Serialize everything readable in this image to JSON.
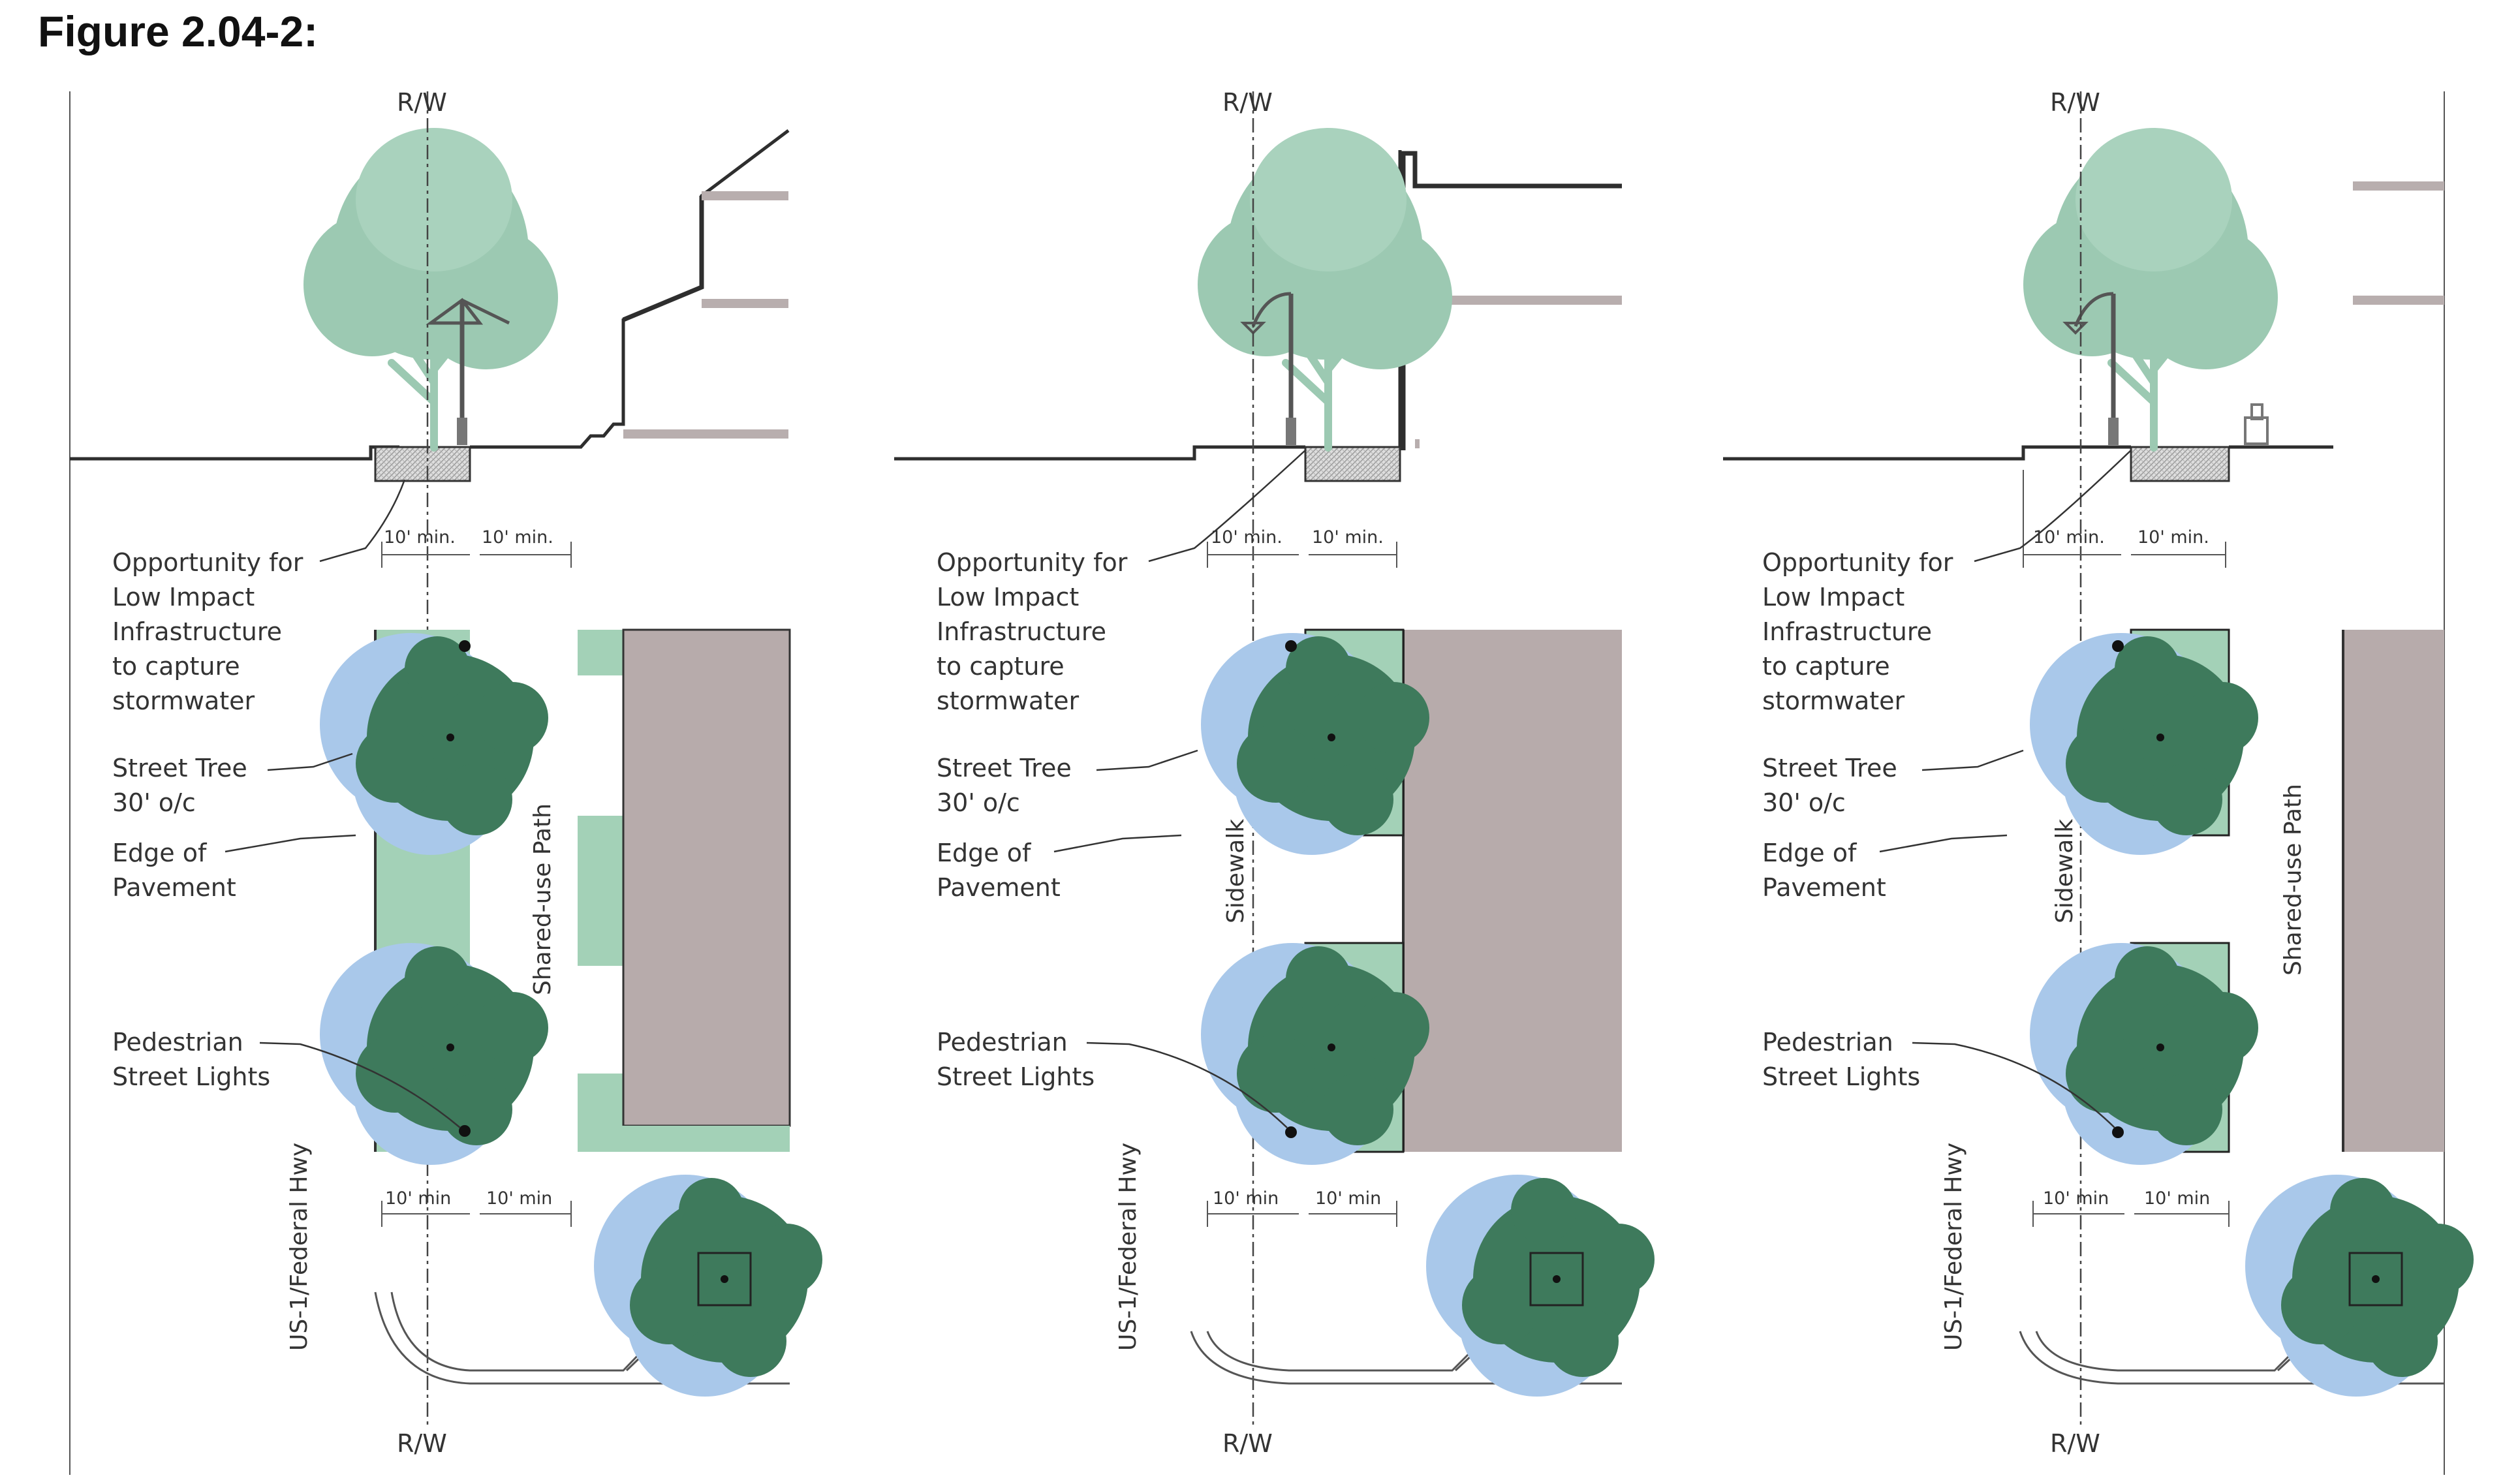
{
  "figure_title": "Figure 2.04-2:",
  "colors": {
    "tree_canopy_dark": "#3e7a5c",
    "tree_canopy_light": "#9cc9b2",
    "tree_halo_blue": "#a9c8ea",
    "buffer_green": "#a3d1b7",
    "building_fill": "#b7abab",
    "planter_hatch": "#cccccc"
  },
  "panels": [
    {
      "rw_top": "R/W",
      "rw_bottom": "R/W",
      "road_label": "US-1/Federal Hwy",
      "path_label": "Shared-use Path",
      "section_dims": [
        "10' min.",
        "10' min."
      ],
      "plan_dims": [
        "10' min",
        "10' min"
      ],
      "callouts": {
        "lid": [
          "Opportunity for",
          "Low Impact",
          "Infrastructure",
          "to capture",
          "stormwater"
        ],
        "tree": [
          "Street Tree",
          "30' o/c"
        ],
        "edge": [
          "Edge of",
          "Pavement"
        ],
        "lights": [
          "Pedestrian",
          "Street Lights"
        ]
      }
    },
    {
      "rw_top": "R/W",
      "rw_bottom": "R/W",
      "road_label": "US-1/Federal Hwy",
      "path_label": "Sidewalk",
      "section_dims": [
        "10' min.",
        "10' min."
      ],
      "plan_dims": [
        "10' min",
        "10' min"
      ],
      "callouts": {
        "lid": [
          "Opportunity for",
          "Low Impact",
          "Infrastructure",
          "to capture",
          "stormwater"
        ],
        "tree": [
          "Street Tree",
          "30' o/c"
        ],
        "edge": [
          "Edge of",
          "Pavement"
        ],
        "lights": [
          "Pedestrian",
          "Street Lights"
        ]
      }
    },
    {
      "rw_top": "R/W",
      "rw_bottom": "R/W",
      "road_label": "US-1/Federal Hwy",
      "path_label": "Sidewalk",
      "path_label_2": "Shared-use Path",
      "section_dims": [
        "10' min.",
        "10' min."
      ],
      "plan_dims": [
        "10' min",
        "10' min"
      ],
      "callouts": {
        "lid": [
          "Opportunity for",
          "Low Impact",
          "Infrastructure",
          "to capture",
          "stormwater"
        ],
        "tree": [
          "Street Tree",
          "30' o/c"
        ],
        "edge": [
          "Edge of",
          "Pavement"
        ],
        "lights": [
          "Pedestrian",
          "Street Lights"
        ]
      }
    }
  ]
}
